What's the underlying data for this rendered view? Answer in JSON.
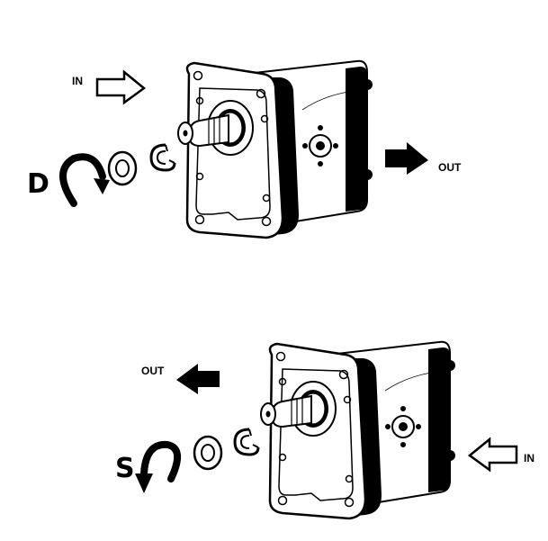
{
  "top": {
    "in_label": "IN",
    "out_label": "OUT",
    "rotation_label": "D"
  },
  "bottom": {
    "in_label": "IN",
    "out_label": "OUT",
    "rotation_label": "S"
  },
  "colors": {
    "ink": "#000000",
    "paper": "#ffffff",
    "shade": "#d9d9d9"
  }
}
